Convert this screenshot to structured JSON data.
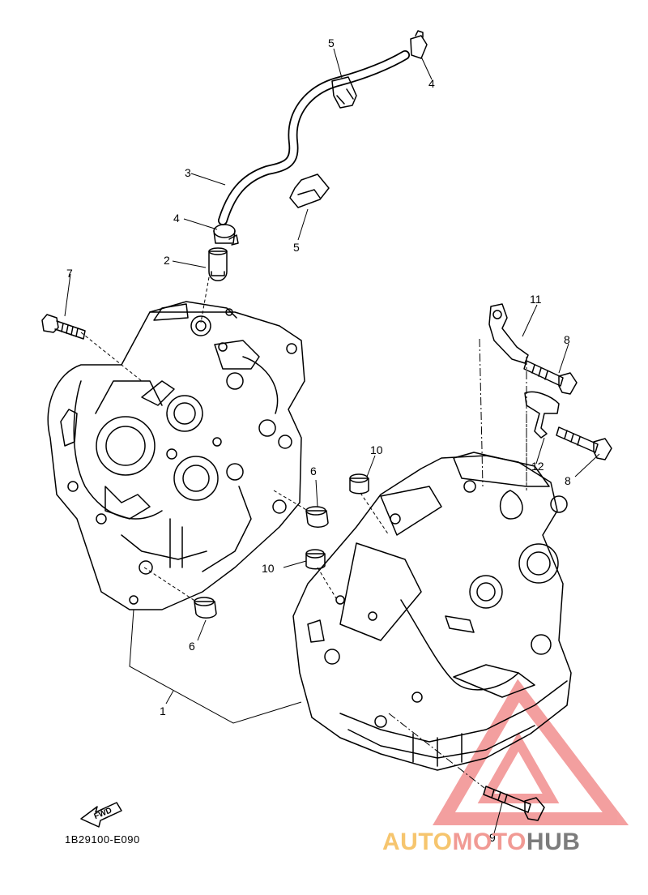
{
  "diagram": {
    "part_labels": [
      "1",
      "2",
      "3",
      "4",
      "4",
      "5",
      "5",
      "6",
      "6",
      "7",
      "8",
      "8",
      "9",
      "10",
      "10",
      "11",
      "12"
    ],
    "fwd_label": "FWD",
    "drawing_code": "1B29100-E090"
  },
  "watermark": {
    "part1": "AUTO",
    "part2": "MOTO",
    "part3": "HUB",
    "colors": {
      "auto": "#f6c56e",
      "moto": "#f19a94",
      "hub": "#7c7c7c",
      "logo": "#f08080"
    }
  }
}
